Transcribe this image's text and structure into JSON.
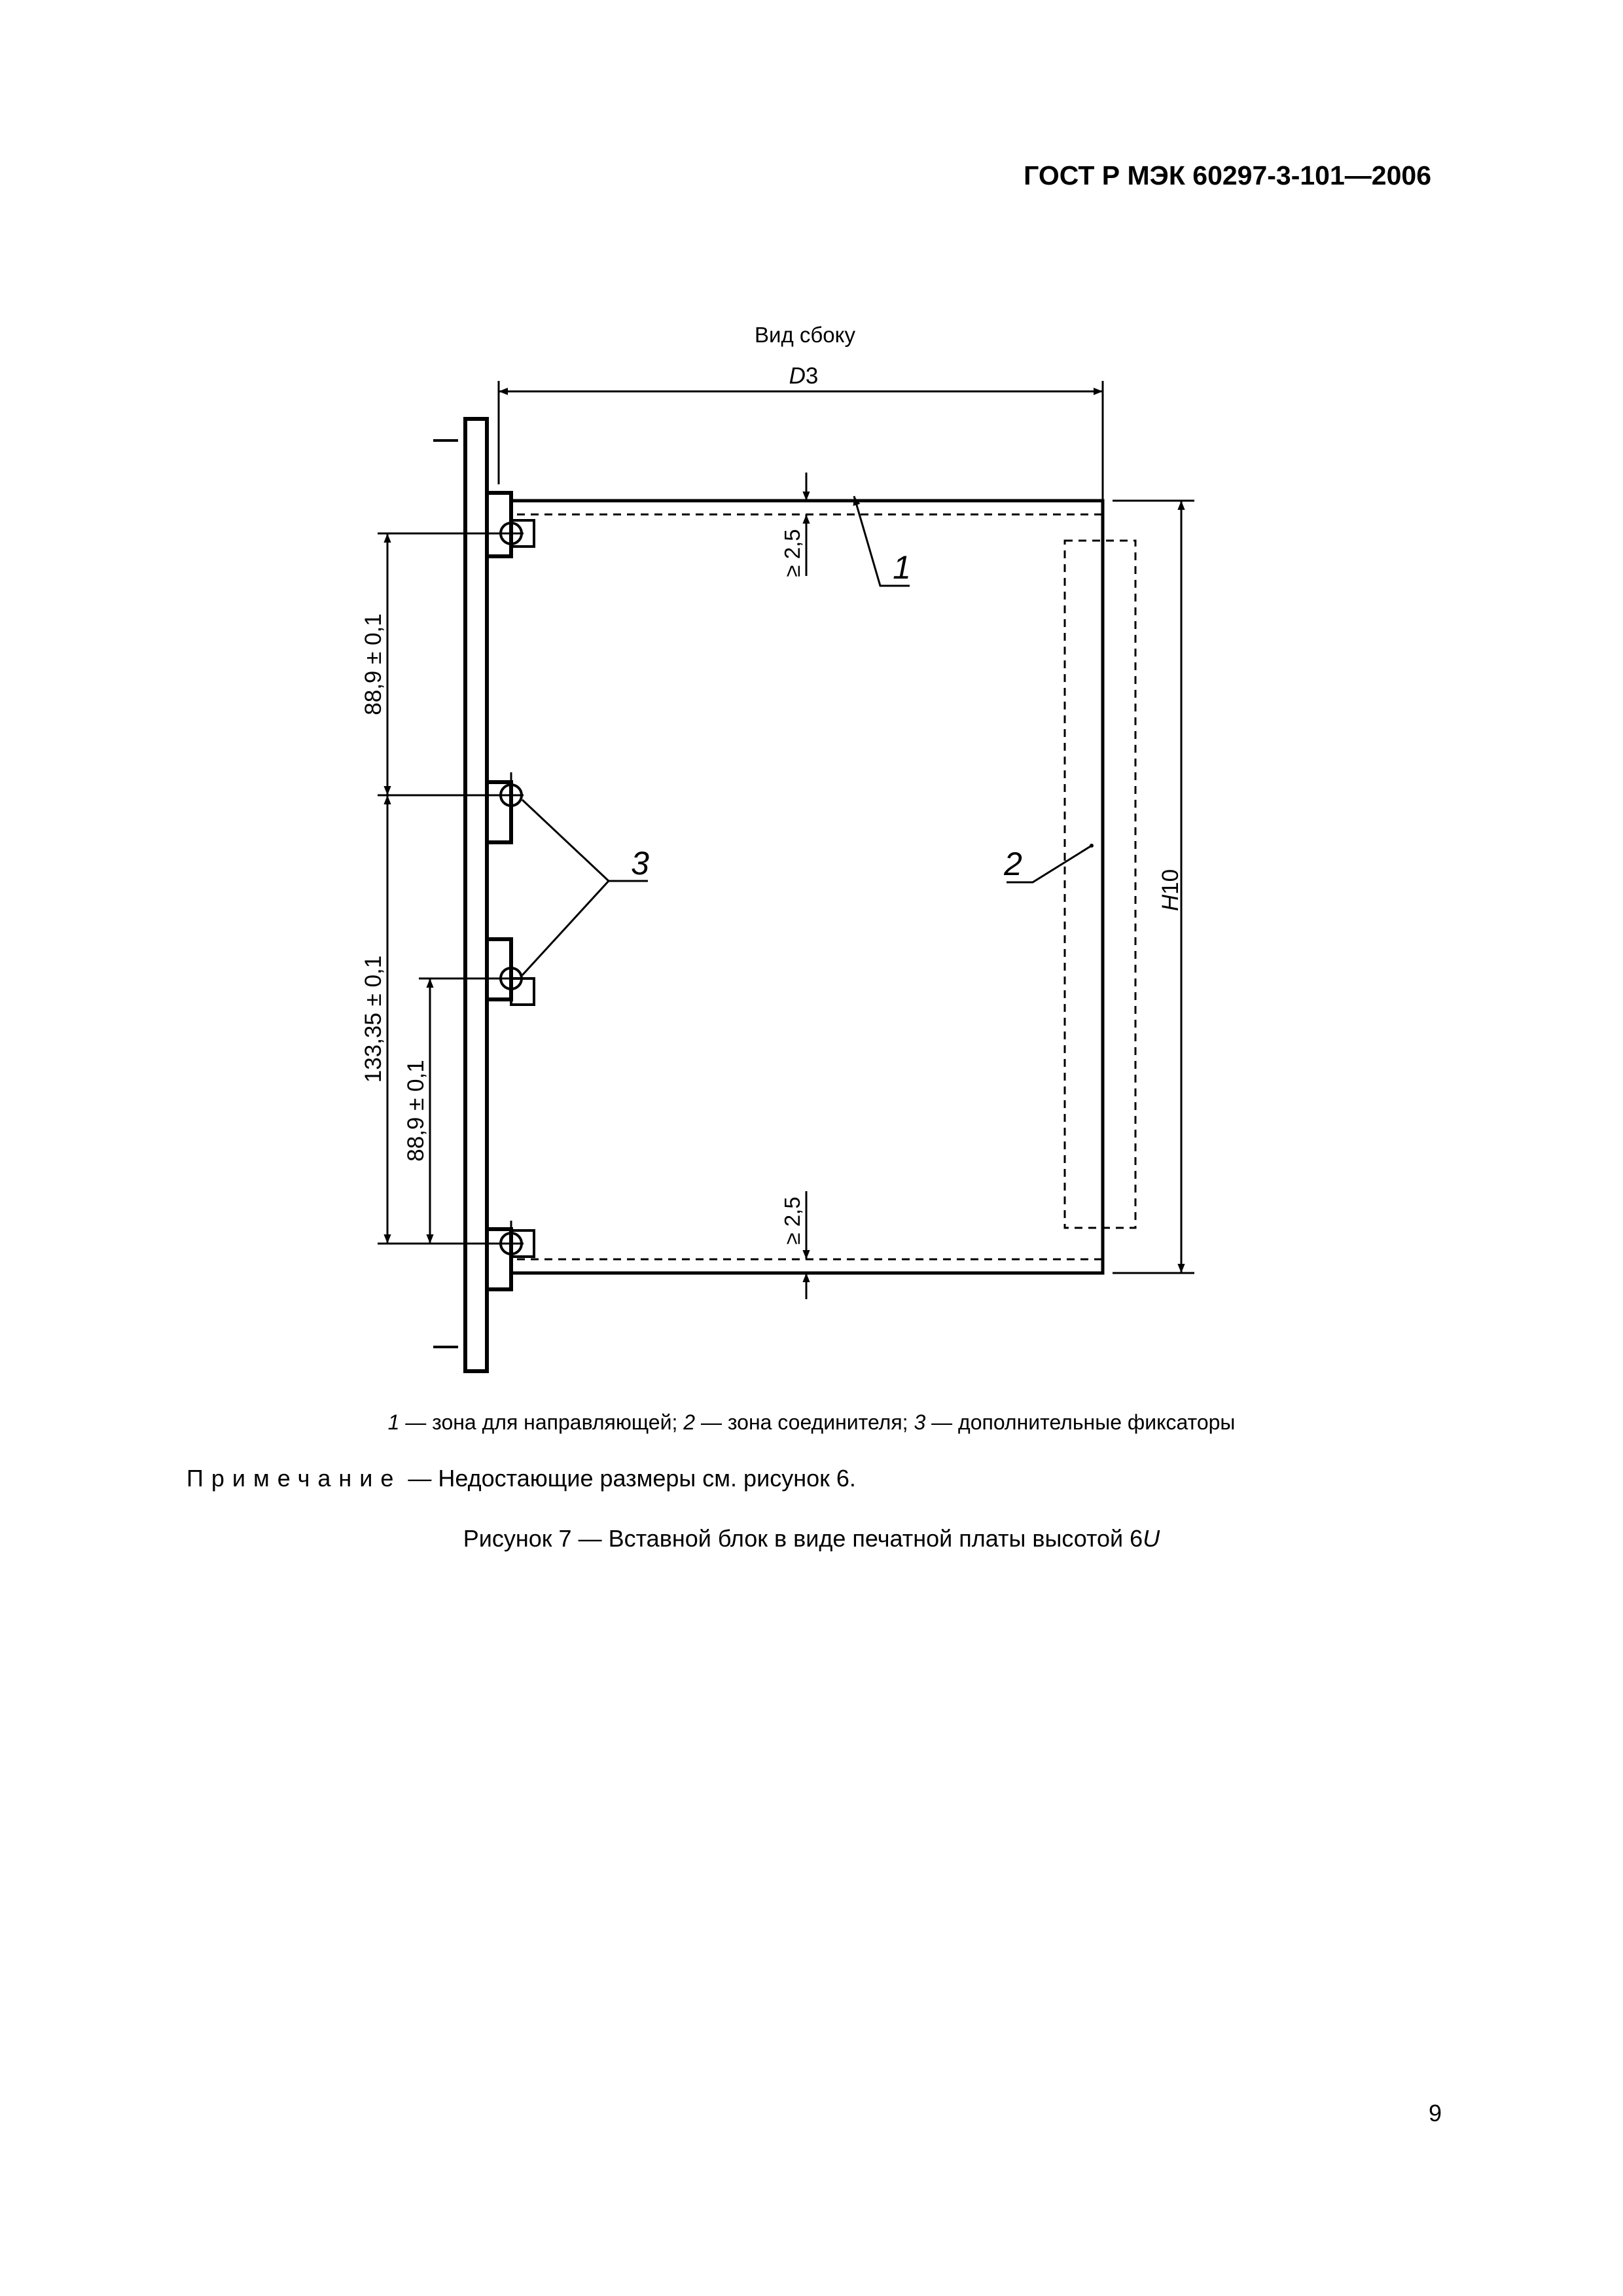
{
  "header": {
    "standard": "ГОСТ Р МЭК 60297-3-101—2006"
  },
  "figure": {
    "view_title": "Вид сбоку",
    "dim_d3": {
      "italic": "D",
      "rest": "3"
    },
    "dim_h10": {
      "italic": "H",
      "rest": "10"
    },
    "dim_top_clearance": "≥ 2,5",
    "dim_bottom_clearance": "≥ 2,5",
    "dim_pitch_upper": "88,9 ± 0,1",
    "dim_pitch_mid": "133,35 ± 0,1",
    "dim_pitch_lower": "88,9 ± 0,1",
    "callout_1": "1",
    "callout_2": "2",
    "callout_3": "3"
  },
  "legend": {
    "n1": "1",
    "t1": " — зона для направляющей; ",
    "n2": "2",
    "t2": " — зона соединителя; ",
    "n3": "3",
    "t3": " — дополнительные фиксаторы"
  },
  "note": {
    "label": "Примечание",
    "text": " — Недостающие размеры см. рисунок 6."
  },
  "caption": {
    "text": "Рисунок 7 — Вставной блок в виде печатной платы высотой 6",
    "unit": "U"
  },
  "page_number": "9"
}
